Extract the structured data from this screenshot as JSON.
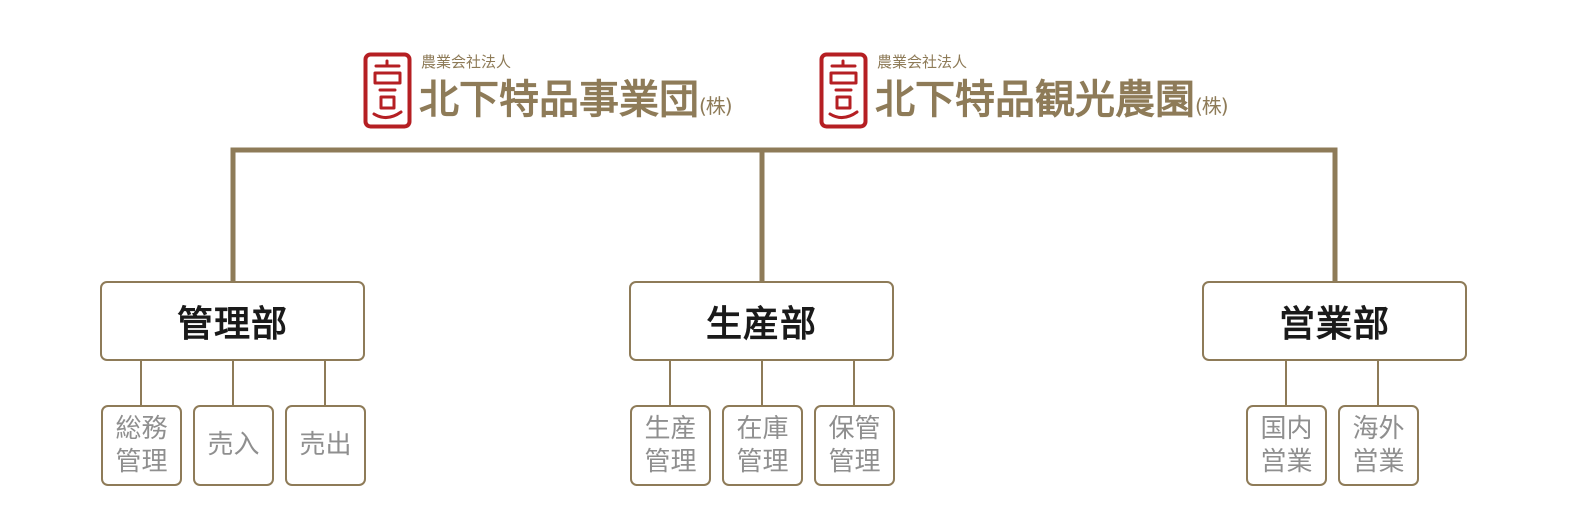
{
  "colors": {
    "line": "#8e7b58",
    "seal_red": "#b51f23",
    "dept_text": "#1a1a1a",
    "sub_text": "#8f8f8f",
    "logo_text": "#8e7b58"
  },
  "logos": [
    {
      "seal_icon": "red-seal-stamp",
      "subtitle": "農業会社法人",
      "name": "北下特品事業団",
      "suffix": "(株)"
    },
    {
      "seal_icon": "red-seal-stamp",
      "subtitle": "農業会社法人",
      "name": "北下特品観光農園",
      "suffix": "(株)"
    }
  ],
  "departments": [
    {
      "name": "管理部",
      "subs": [
        "総務管理",
        "売入",
        "売出"
      ]
    },
    {
      "name": "生産部",
      "subs": [
        "生産管理",
        "在庫管理",
        "保管管理"
      ]
    },
    {
      "name": "営業部",
      "subs": [
        "国内営業",
        "海外営業"
      ]
    }
  ]
}
